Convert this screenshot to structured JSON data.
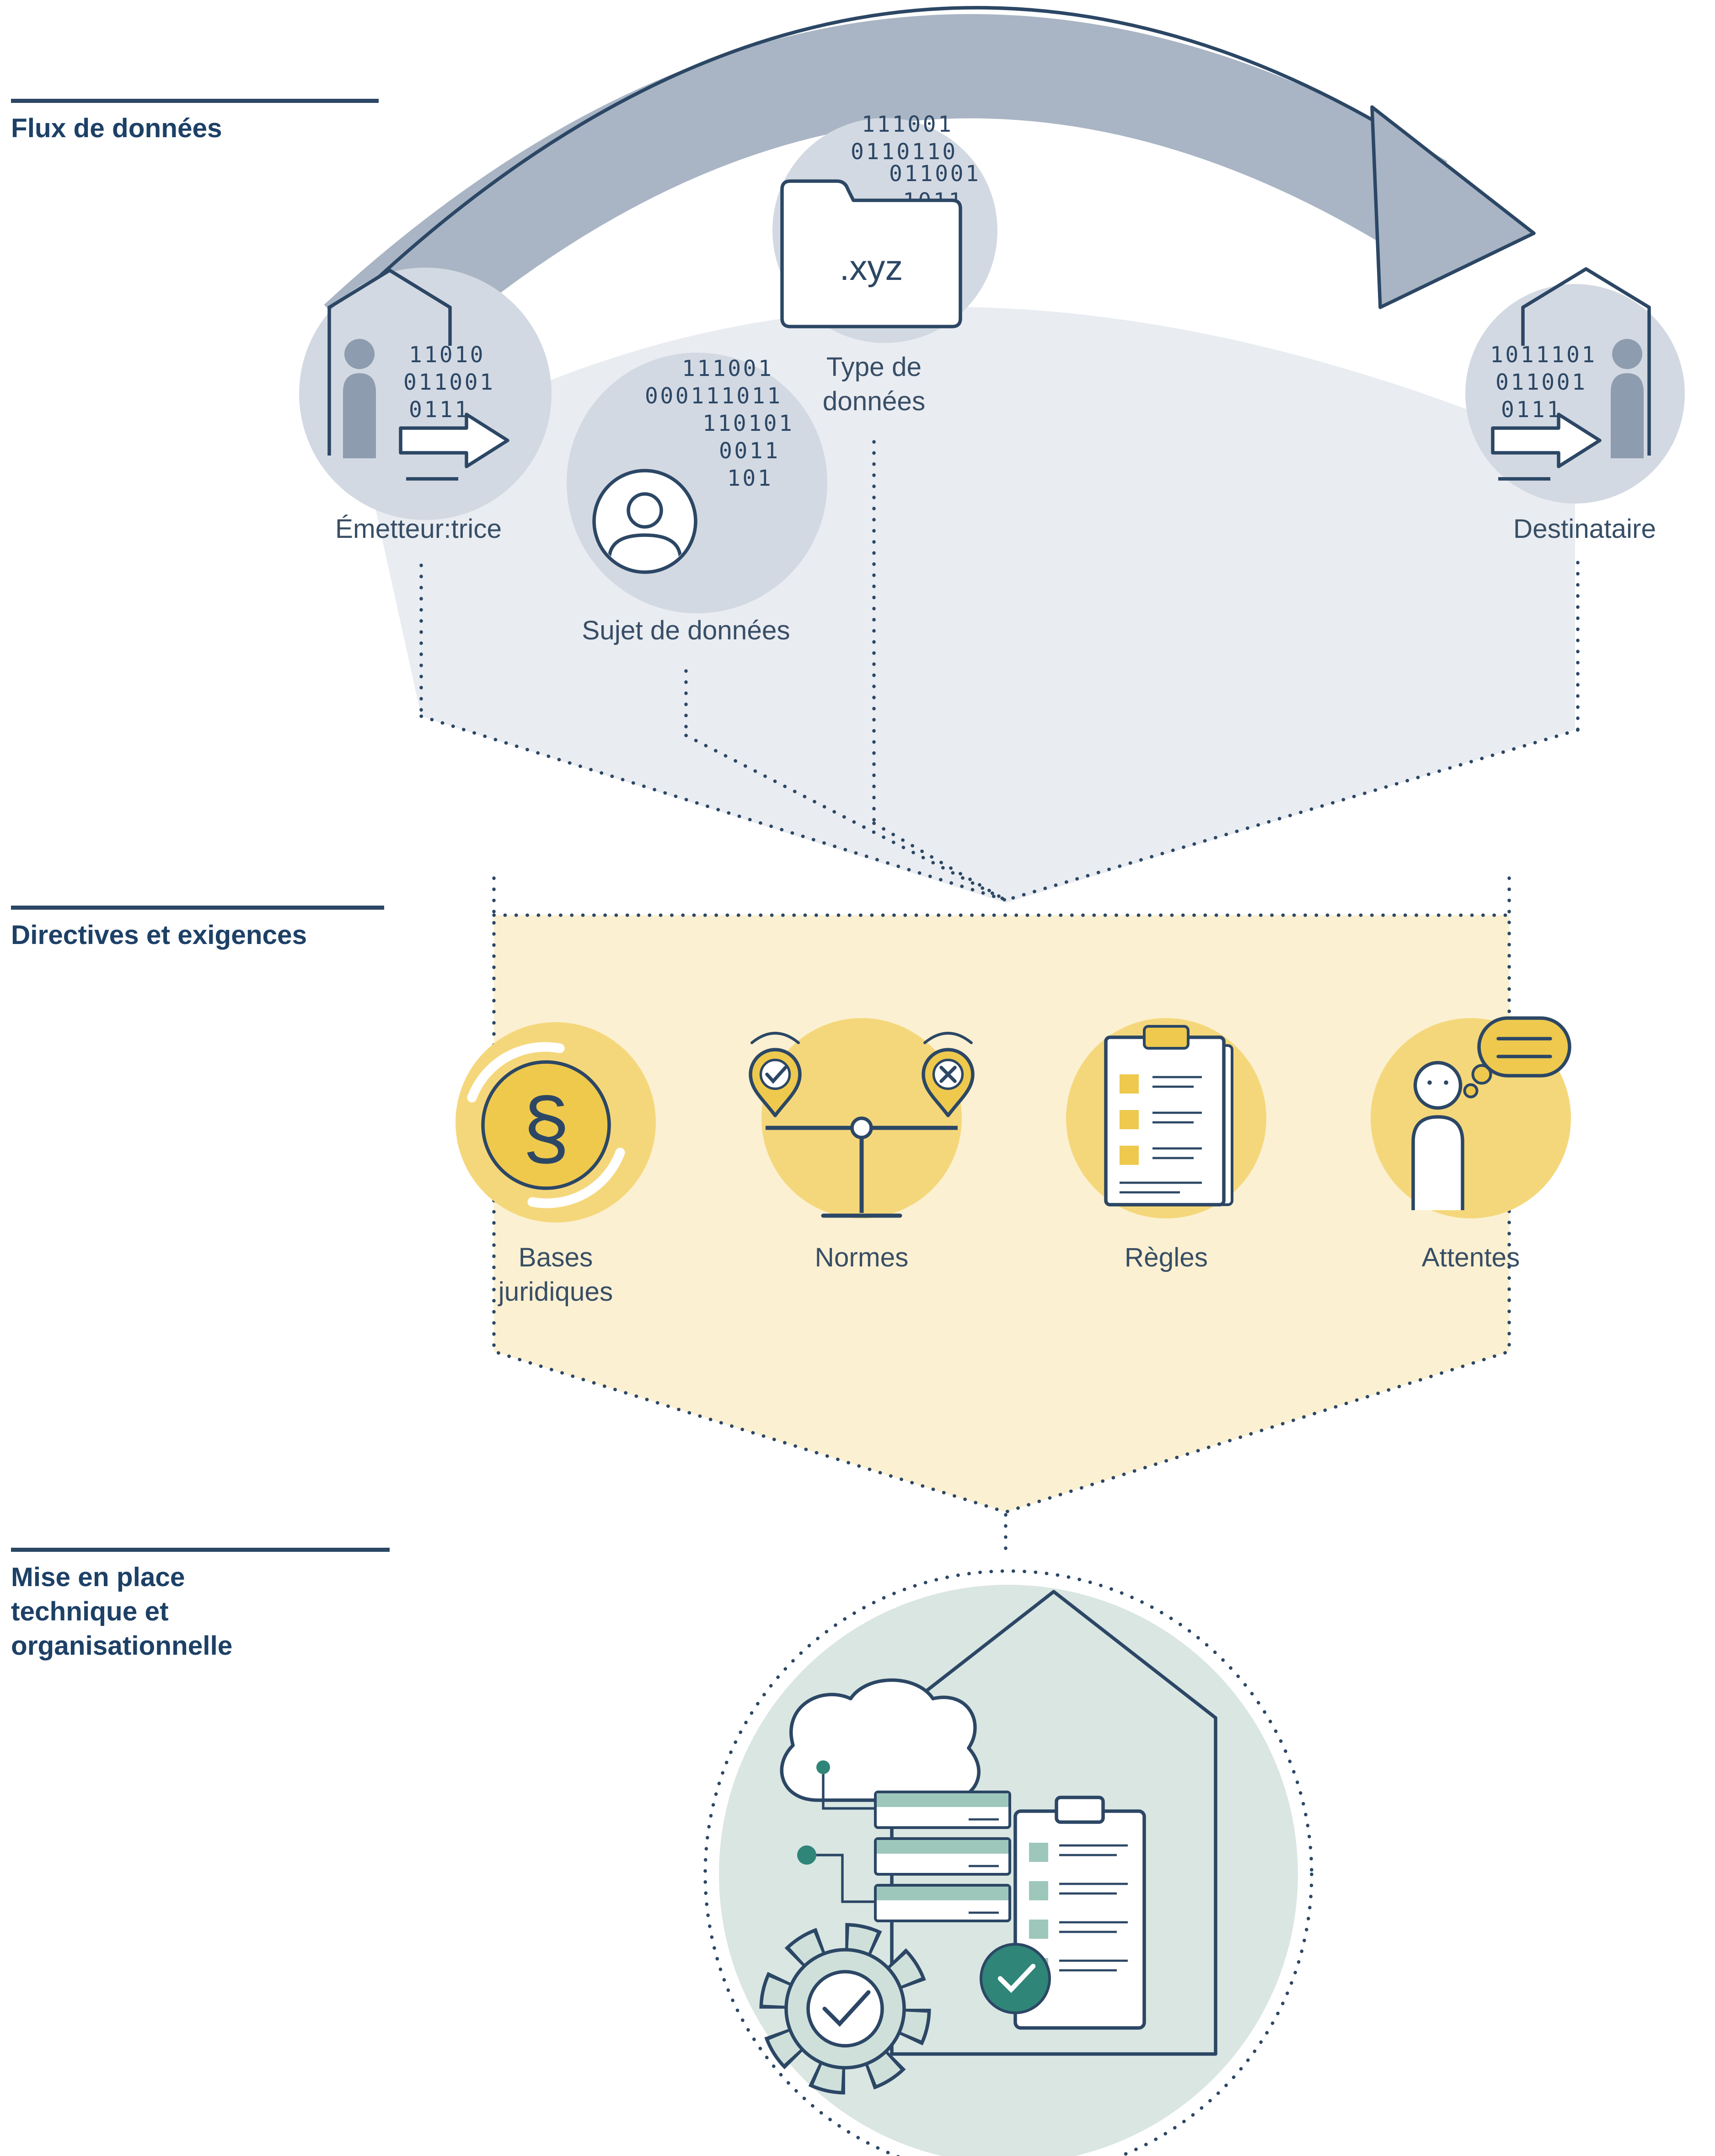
{
  "sections": {
    "flux": {
      "title": "Flux de données"
    },
    "directives": {
      "title": "Directives et exigences"
    },
    "mise": {
      "lines": [
        "Mise en place",
        "technique et",
        "organisationnelle"
      ]
    }
  },
  "flow": {
    "sender": {
      "label": "Émetteur:trice",
      "binary": [
        "11010",
        "011001",
        "0111"
      ]
    },
    "subject": {
      "label": "Sujet de données",
      "binary": [
        "111001",
        "000111011",
        "110101",
        "0011",
        "101"
      ]
    },
    "datatype": {
      "label_lines": [
        "Type de",
        "données"
      ],
      "folder_ext": ".xyz",
      "binary": [
        "111001",
        "0110110",
        "011001",
        "1011"
      ]
    },
    "recipient": {
      "label": "Destinataire",
      "binary": [
        "1011101",
        "011001",
        "0111"
      ]
    }
  },
  "directives": {
    "paragraph_symbol": "§",
    "items": [
      {
        "icon": "paragraph-coin-icon",
        "lines": [
          "Bases",
          "juridiques"
        ]
      },
      {
        "icon": "scale-pins-icon",
        "lines": [
          "Normes"
        ]
      },
      {
        "icon": "checklist-icon",
        "lines": [
          "Règles"
        ]
      },
      {
        "icon": "person-thought-icon",
        "lines": [
          "Attentes"
        ]
      }
    ]
  },
  "implementation": {
    "icons": [
      "house-icon",
      "cloud-icon",
      "server-stack-icon",
      "checklist-icon",
      "gear-check-icon",
      "check-circle-icon"
    ]
  },
  "palette": {
    "navy": "#2c4765",
    "heading_navy": "#1d4066",
    "label_slate": "#384e66",
    "arc_gray": "#a9b5c4",
    "circle_gray": "#d3d9e2",
    "funnel_gray": "#e9ecf1",
    "person_gray": "#8d9cae",
    "cream": "#fbf0d1",
    "yellow_circle": "#f5d77b",
    "gold": "#eec94e",
    "teal_bg": "#d9e6e2",
    "teal_mid": "#9ec7bc",
    "teal_dark": "#2f8577"
  }
}
